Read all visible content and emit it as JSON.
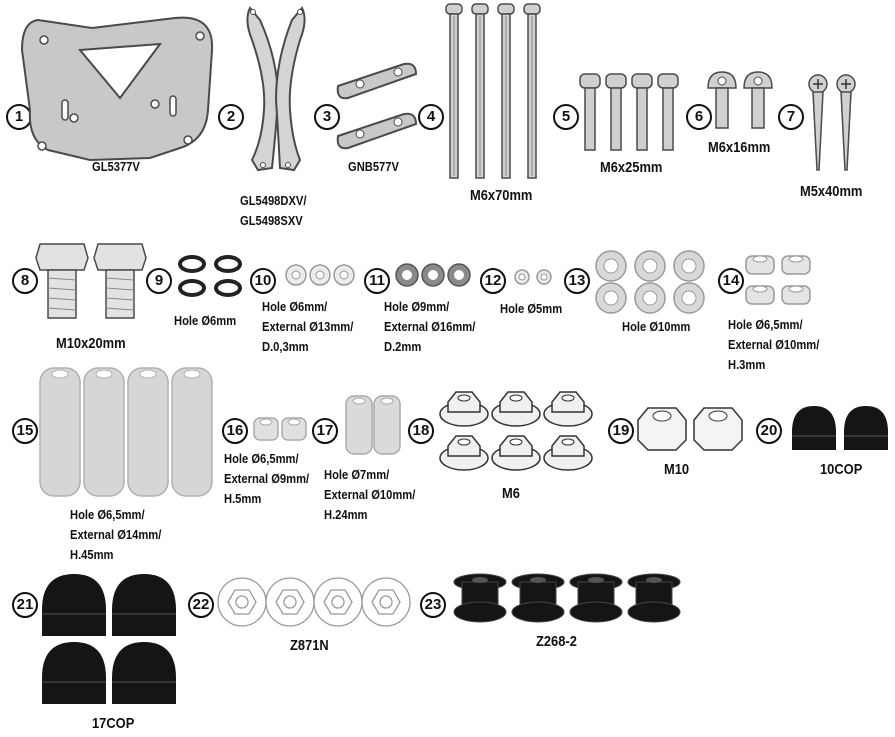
{
  "colors": {
    "metal_fill": "#c8c8c8",
    "metal_stroke": "#4a4a4a",
    "spacer_fill": "#d6d6d6",
    "black_part": "#151515",
    "outline": "#222222"
  },
  "parts": [
    {
      "num": "1",
      "label": [
        "GL5377V"
      ]
    },
    {
      "num": "2",
      "label": [
        "GL5498DXV/",
        "GL5498SXV"
      ]
    },
    {
      "num": "3",
      "label": [
        "GNB577V"
      ]
    },
    {
      "num": "4",
      "label": [
        "M6x70mm"
      ]
    },
    {
      "num": "5",
      "label": [
        "M6x25mm"
      ]
    },
    {
      "num": "6",
      "label": [
        "M6x16mm"
      ]
    },
    {
      "num": "7",
      "label": [
        "M5x40mm"
      ]
    },
    {
      "num": "8",
      "label": [
        "M10x20mm"
      ]
    },
    {
      "num": "9",
      "label": [
        "Hole Ø6mm"
      ]
    },
    {
      "num": "10",
      "label": [
        "Hole Ø6mm/",
        "External Ø13mm/",
        "D.0,3mm"
      ]
    },
    {
      "num": "11",
      "label": [
        "Hole Ø9mm/",
        "External Ø16mm/",
        "D.2mm"
      ]
    },
    {
      "num": "12",
      "label": [
        "Hole Ø5mm"
      ]
    },
    {
      "num": "13",
      "label": [
        "Hole Ø10mm"
      ]
    },
    {
      "num": "14",
      "label": [
        "Hole Ø6,5mm/",
        "External Ø10mm/",
        "H.3mm"
      ]
    },
    {
      "num": "15",
      "label": [
        "Hole Ø6,5mm/",
        "External Ø14mm/",
        "H.45mm"
      ]
    },
    {
      "num": "16",
      "label": [
        "Hole Ø6,5mm/",
        "External Ø9mm/",
        "H.5mm"
      ]
    },
    {
      "num": "17",
      "label": [
        "Hole Ø7mm/",
        "External Ø10mm/",
        "H.24mm"
      ]
    },
    {
      "num": "18",
      "label": [
        "M6"
      ]
    },
    {
      "num": "19",
      "label": [
        "M10"
      ]
    },
    {
      "num": "20",
      "label": [
        "10COP"
      ]
    },
    {
      "num": "21",
      "label": [
        "17COP"
      ]
    },
    {
      "num": "22",
      "label": [
        "Z871N"
      ]
    },
    {
      "num": "23",
      "label": [
        "Z268-2"
      ]
    }
  ]
}
